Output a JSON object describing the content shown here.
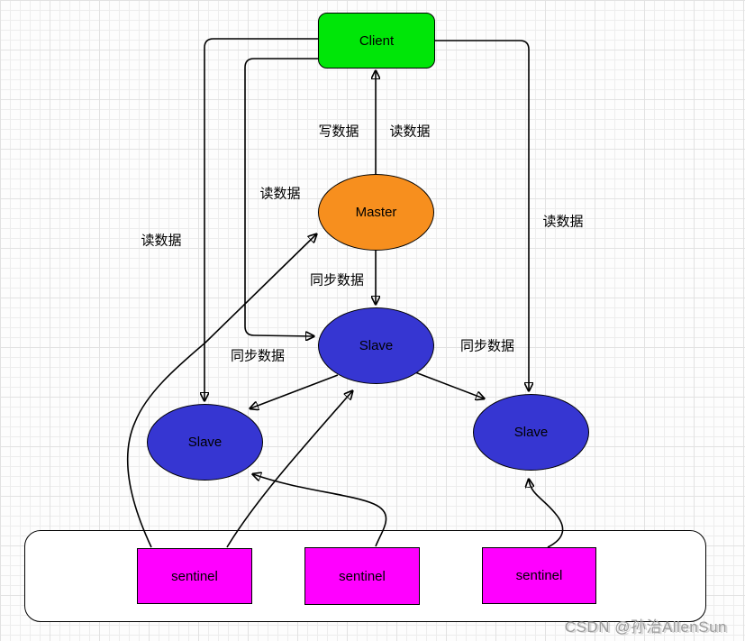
{
  "diagram": {
    "type": "redis-sentinel-architecture",
    "nodes": {
      "client": {
        "label": "Client",
        "fill": "#00e608"
      },
      "master": {
        "label": "Master",
        "fill": "#f78f1e"
      },
      "slave_middle": {
        "label": "Slave",
        "fill": "#3636d2"
      },
      "slave_left": {
        "label": "Slave",
        "fill": "#3636d2"
      },
      "slave_right": {
        "label": "Slave",
        "fill": "#3636d2"
      },
      "sentinel_1": {
        "label": "sentinel",
        "fill": "#ff00ff"
      },
      "sentinel_2": {
        "label": "sentinel",
        "fill": "#ff00ff"
      },
      "sentinel_3": {
        "label": "sentinel",
        "fill": "#ff00ff"
      }
    },
    "edge_labels": {
      "write_data": "写数据",
      "read_data_center": "读数据",
      "read_data_inner": "读数据",
      "read_data_left": "读数据",
      "read_data_right": "读数据",
      "sync_data_top": "同步数据",
      "sync_data_left": "同步数据",
      "sync_data_right": "同步数据"
    },
    "edges": [
      {
        "from": "client",
        "to": "master",
        "label": "写数据 / 读数据",
        "arrows": "both"
      },
      {
        "from": "master",
        "to": "slave_middle",
        "label": "同步数据",
        "arrows": "end"
      },
      {
        "from": "slave_middle",
        "to": "slave_left",
        "label": "同步数据",
        "arrows": "end"
      },
      {
        "from": "slave_middle",
        "to": "slave_right",
        "label": "同步数据",
        "arrows": "end"
      },
      {
        "from": "client",
        "to": "slave_left",
        "label": "读数据",
        "arrows": "end"
      },
      {
        "from": "client",
        "to": "slave_middle",
        "label": "读数据",
        "arrows": "end"
      },
      {
        "from": "client",
        "to": "slave_right",
        "label": "读数据",
        "arrows": "end"
      },
      {
        "from": "sentinel_1",
        "to": "master",
        "label": "",
        "arrows": "end"
      },
      {
        "from": "sentinel_1",
        "to": "slave_middle",
        "label": "",
        "arrows": "end"
      },
      {
        "from": "sentinel_2",
        "to": "slave_left",
        "label": "",
        "arrows": "end"
      },
      {
        "from": "sentinel_3",
        "to": "slave_right",
        "label": "",
        "arrows": "end"
      }
    ],
    "colors": {
      "edge": "#000000",
      "grid": "#ededed",
      "background": "#fdfdfd",
      "watermark_text": "#9b9b9b"
    },
    "watermark": "CSDN @孙治AllenSun"
  }
}
